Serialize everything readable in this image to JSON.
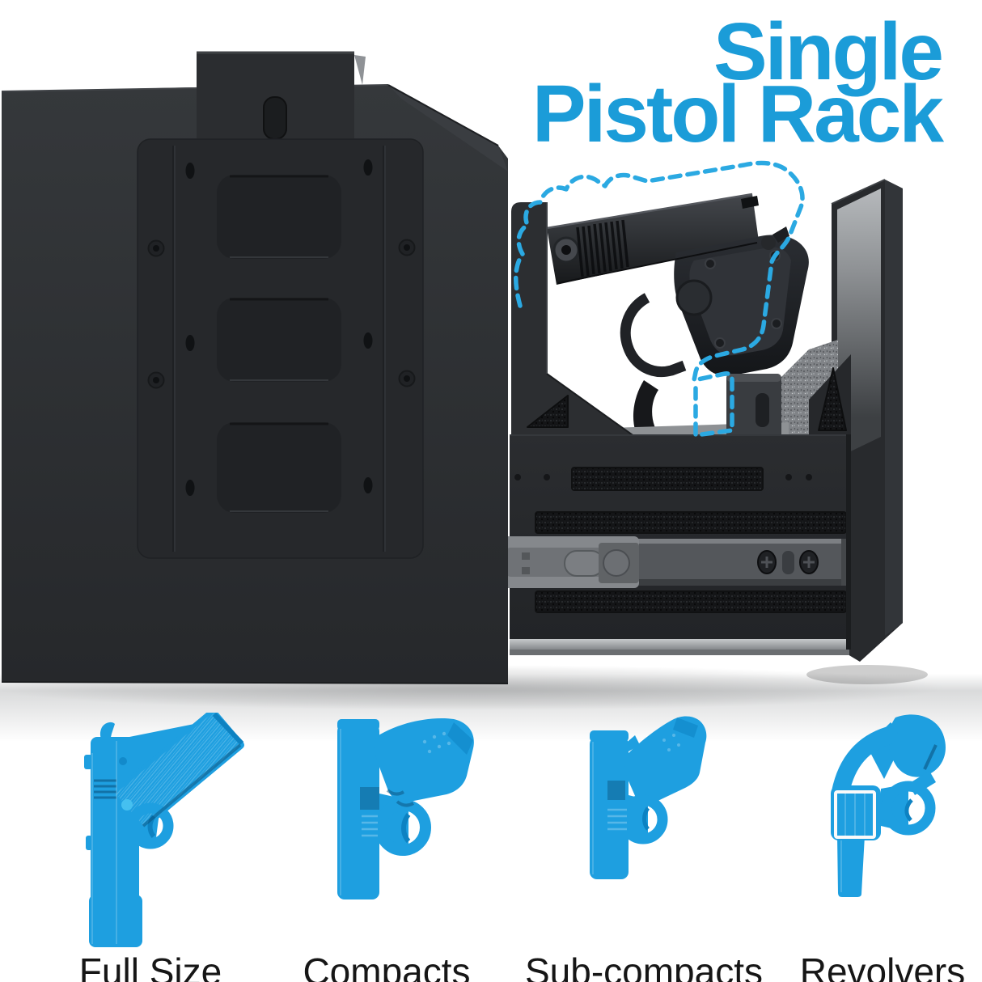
{
  "title": {
    "line1": "Single",
    "line2": "Pistol Rack"
  },
  "pistol_sizes": [
    {
      "label": "Full Size"
    },
    {
      "label": "Compacts"
    },
    {
      "label": "Sub-compacts"
    },
    {
      "label": "Revolvers"
    }
  ],
  "colors": {
    "accent": "#1b9cd8",
    "dash": "#2ba9e2",
    "pistol": "#1e9fe0",
    "pistol_dark": "#0d82c2",
    "label": "#161616"
  }
}
